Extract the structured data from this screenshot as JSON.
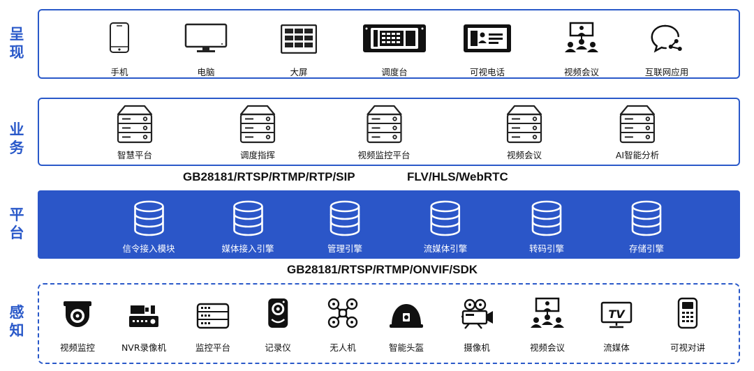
{
  "layers": {
    "present": {
      "label": [
        "呈",
        "现"
      ],
      "items": [
        {
          "label": "手机",
          "icon": "phone-icon"
        },
        {
          "label": "电脑",
          "icon": "computer-monitor-icon"
        },
        {
          "label": "大屏",
          "icon": "video-wall-icon"
        },
        {
          "label": "调度台",
          "icon": "dispatch-console-icon"
        },
        {
          "label": "可视电话",
          "icon": "video-phone-icon"
        },
        {
          "label": "视频会议",
          "icon": "video-conference-icon"
        },
        {
          "label": "互联网应用",
          "icon": "chat-bubble-icon"
        }
      ]
    },
    "business": {
      "label": [
        "业",
        "务"
      ],
      "items": [
        {
          "label": "智慧平台",
          "icon": "server-icon"
        },
        {
          "label": "调度指挥",
          "icon": "server-icon"
        },
        {
          "label": "视频监控平台",
          "icon": "server-icon"
        },
        {
          "label": "视频会议",
          "icon": "server-icon"
        },
        {
          "label": "AI智能分析",
          "icon": "server-icon"
        }
      ]
    },
    "platform": {
      "label": [
        "平",
        "台"
      ],
      "items": [
        {
          "label": "信令接入模块",
          "icon": "database-icon"
        },
        {
          "label": "媒体接入引擎",
          "icon": "database-icon"
        },
        {
          "label": "管理引擎",
          "icon": "database-icon"
        },
        {
          "label": "流媒体引擎",
          "icon": "database-icon"
        },
        {
          "label": "转码引擎",
          "icon": "database-icon"
        },
        {
          "label": "存储引擎",
          "icon": "database-icon"
        }
      ]
    },
    "perception": {
      "label": [
        "感",
        "知"
      ],
      "items": [
        {
          "label": "视频监控",
          "icon": "dome-camera-icon"
        },
        {
          "label": "NVR录像机",
          "icon": "nvr-recorder-icon"
        },
        {
          "label": "监控平台",
          "icon": "monitoring-platform-icon"
        },
        {
          "label": "记录仪",
          "icon": "body-camera-icon"
        },
        {
          "label": "无人机",
          "icon": "drone-icon"
        },
        {
          "label": "智能头盔",
          "icon": "helmet-icon"
        },
        {
          "label": "摄像机",
          "icon": "video-camera-icon"
        },
        {
          "label": "视频会议",
          "icon": "video-conference-icon"
        },
        {
          "label": "流媒体",
          "icon": "tv-icon"
        },
        {
          "label": "可视对讲",
          "icon": "intercom-icon"
        }
      ]
    }
  },
  "protocols": {
    "upper_left": "GB28181/RTSP/RTMP/RTP/SIP",
    "upper_right": "FLV/HLS/WebRTC",
    "lower": "GB28181/RTSP/RTMP/ONVIF/SDK"
  },
  "colors": {
    "accent": "#2a59c9",
    "platform_fill": "#2b56c8",
    "text": "#111111",
    "white": "#ffffff"
  }
}
